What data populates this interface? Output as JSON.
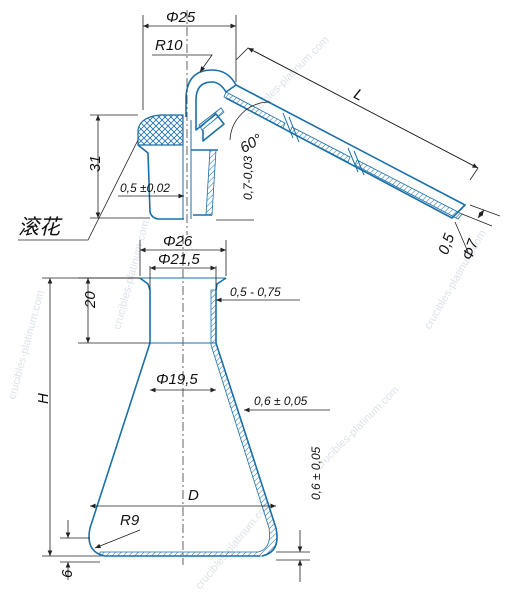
{
  "labels": {
    "knurl_cn": "滚花"
  },
  "dimensions": {
    "cap_diameter": "Φ25",
    "bend_radius": "R10",
    "tube_length": "L",
    "tube_angle": "60°",
    "cap_height": "31",
    "cap_wall": "0,5 ±0,02",
    "tube_wall": "0,7-0,03",
    "tube_wall_thin": "0,5",
    "tube_diameter": "Φ7",
    "neck_outer": "Φ26",
    "neck_inner": "Φ21,5",
    "neck_height": "20",
    "lip_thickness": "0,5 - 0,75",
    "body_top": "Φ19,5",
    "body_wall": "0,6 ± 0,05",
    "base_wall": "0,6 ± 0,05",
    "height": "H",
    "base_diameter": "D",
    "base_radius": "R9",
    "base_offset": "6"
  },
  "watermark": "crucibles-platinum.com",
  "colors": {
    "part": "#1b6fa8",
    "dimension": "#222222"
  }
}
